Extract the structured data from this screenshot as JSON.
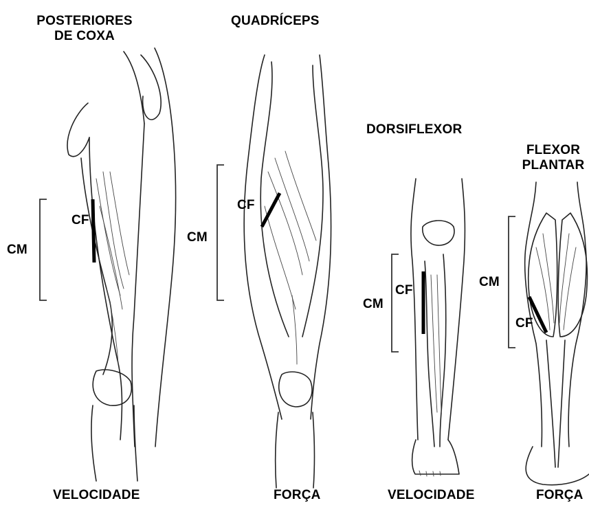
{
  "panels": [
    {
      "title": "POSTERIORES\nDE COXA",
      "cm": "CM",
      "cf": "CF",
      "bottom": "VELOCIDADE"
    },
    {
      "title": "QUADRÍCEPS",
      "cm": "CM",
      "cf": "CF",
      "bottom": "FORÇA"
    },
    {
      "title": "DORSIFLEXOR",
      "cm": "CM",
      "cf": "CF",
      "bottom": "VELOCIDADE"
    },
    {
      "title": "FLEXOR\nPLANTAR",
      "cm": "CM",
      "cf": "CF",
      "bottom": "FORÇA"
    }
  ]
}
